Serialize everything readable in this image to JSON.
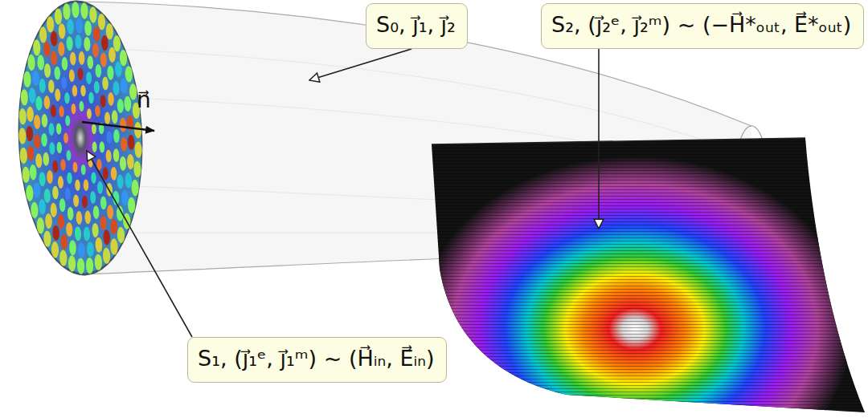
{
  "diagram": {
    "nodes": [
      {
        "text": [
          "S₀, j⃗₁, j⃗₂"
        ]
      },
      {
        "text": [
          "S₂, (j⃗₂ᵉ, j⃗₂ᵐ) ~ (−H⃗*ₒᵤₜ, E⃗*ₒᵤₜ)"
        ]
      },
      {
        "text": [
          "S₁, (j⃗₁ᵉ, j⃗₁ᵐ) ~ (H⃗ᵢₙ, E⃗ᵢₙ)"
        ]
      }
    ],
    "labels": [
      "n⃗"
    ]
  }
}
